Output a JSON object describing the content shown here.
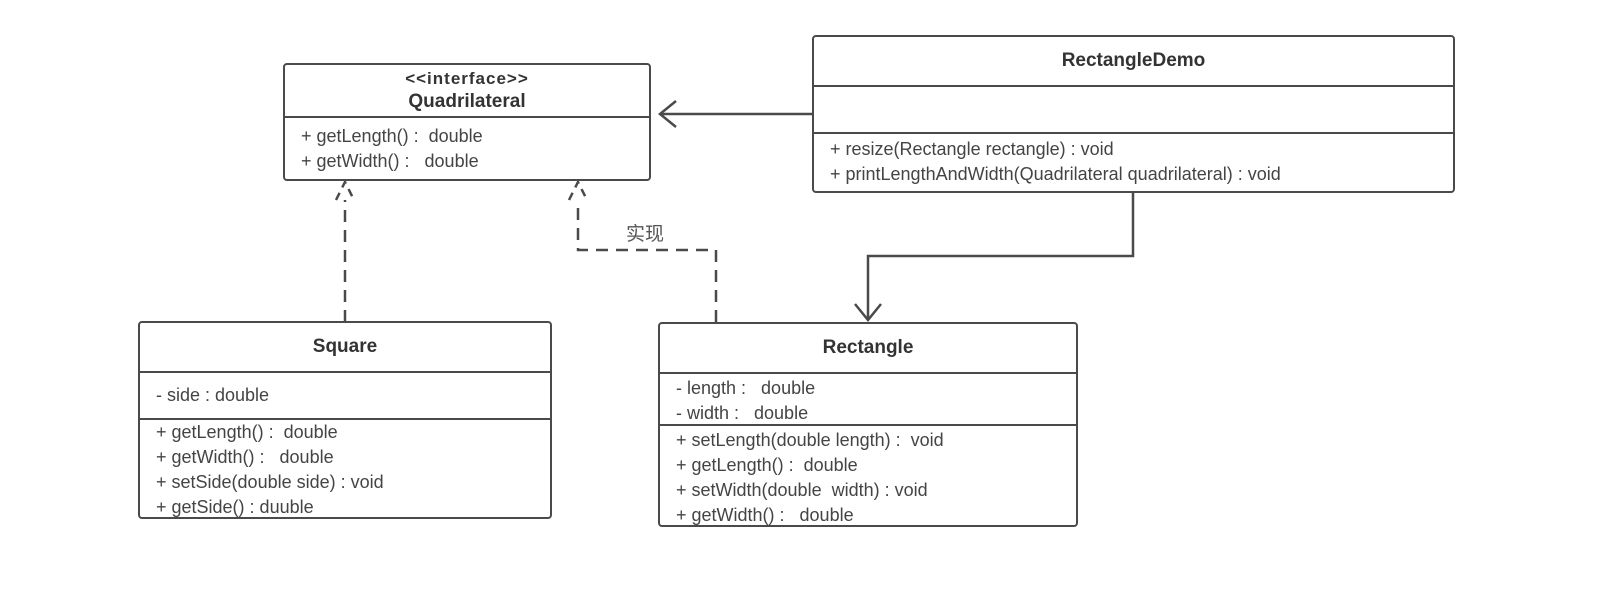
{
  "diagram": {
    "classes": {
      "quadrilateral": {
        "stereotype": "<<interface>>",
        "name": "Quadrilateral",
        "attributes": [],
        "operations": [
          "+ getLength() :  double",
          "+ getWidth() :   double"
        ]
      },
      "rectangle_demo": {
        "name": "RectangleDemo",
        "attributes": [],
        "operations": [
          "+ resize(Rectangle rectangle) : void",
          "+ printLengthAndWidth(Quadrilateral quadrilateral) : void"
        ]
      },
      "square": {
        "name": "Square",
        "attributes": [
          "- side : double"
        ],
        "operations": [
          "+ getLength() :  double",
          "+ getWidth() :   double",
          "+ setSide(double side) : void",
          "+ getSide() : duuble"
        ]
      },
      "rectangle": {
        "name": "Rectangle",
        "attributes": [
          "- length :   double",
          "- width :   double"
        ],
        "operations": [
          "+ setLength(double length) :  void",
          "+ getLength() :  double",
          "+ setWidth(double  width) : void",
          "+ getWidth() :   double"
        ]
      }
    },
    "relations": [
      {
        "from": "RectangleDemo",
        "to": "Quadrilateral",
        "kind": "dependency",
        "label": ""
      },
      {
        "from": "RectangleDemo",
        "to": "Rectangle",
        "kind": "dependency",
        "label": ""
      },
      {
        "from": "Square",
        "to": "Quadrilateral",
        "kind": "realization",
        "label": ""
      },
      {
        "from": "Rectangle",
        "to": "Quadrilateral",
        "kind": "realization",
        "label": "实现"
      }
    ],
    "colors": {
      "stroke": "#4a4a4a",
      "text": "#3a3a3a",
      "background": "#ffffff"
    }
  }
}
